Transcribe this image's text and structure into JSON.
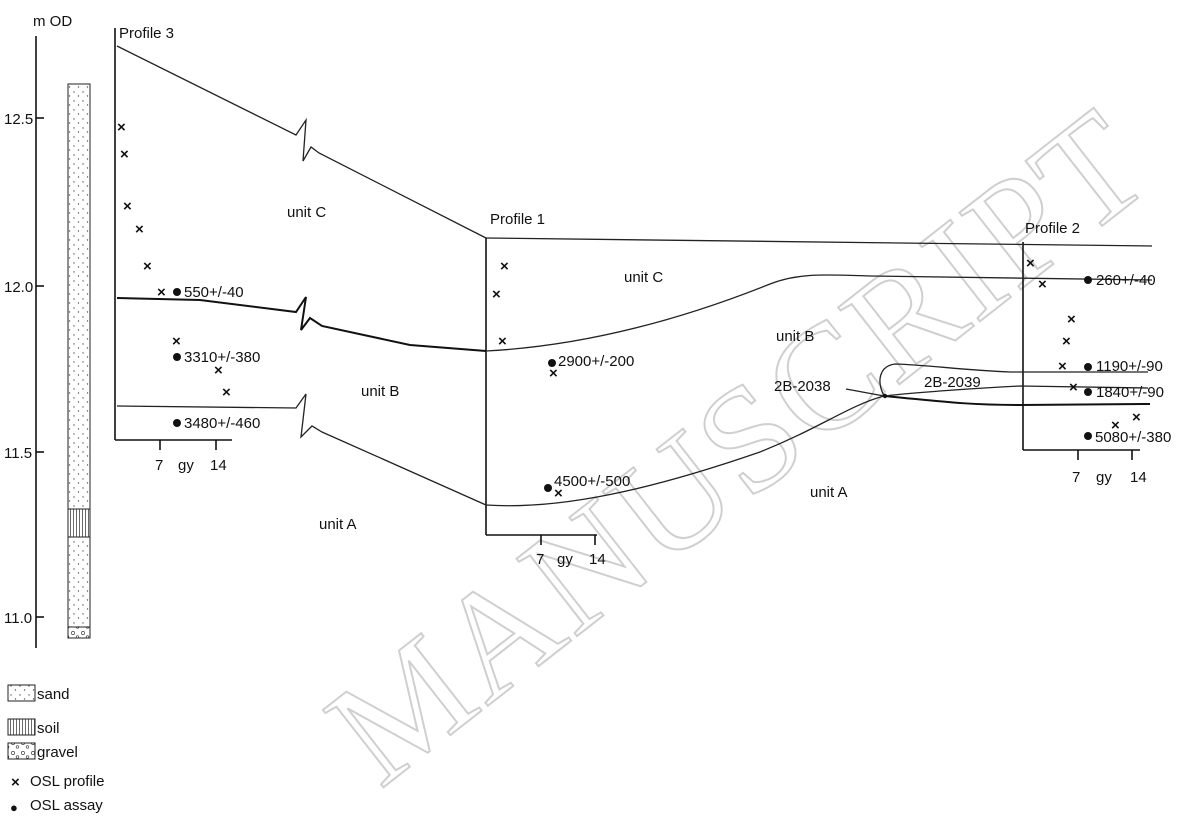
{
  "axis": {
    "unit": "m OD",
    "ticks": [
      "12.5",
      "12.0",
      "11.5",
      "11.0"
    ]
  },
  "profiles": [
    {
      "name": "Profile 3",
      "scale": [
        "7",
        "gy",
        "14"
      ]
    },
    {
      "name": "Profile 1",
      "scale": [
        "7",
        "gy",
        "14"
      ]
    },
    {
      "name": "Profile 2",
      "scale": [
        "7",
        "gy",
        "14"
      ]
    }
  ],
  "units": {
    "p3_c": "unit C",
    "p3_b": "unit B",
    "p3_a": "unit A",
    "p1_c": "unit C",
    "p1_b": "unit B",
    "p1_a": "unit A"
  },
  "ages": [
    "550+/-40",
    "3310+/-380",
    "3480+/-460",
    "2900+/-200",
    "4500+/-500",
    "260+/-40",
    "1190+/-90",
    "1840+/-90",
    "5080+/-380"
  ],
  "samples": [
    "2B-2038",
    "2B-2039"
  ],
  "legend": [
    {
      "label": "sand"
    },
    {
      "label": "soil"
    },
    {
      "label": "gravel"
    },
    {
      "label": "OSL profile",
      "symbol": "×"
    },
    {
      "label": "OSL assay",
      "symbol": "●"
    }
  ],
  "watermark": "MANUSCRIPT"
}
